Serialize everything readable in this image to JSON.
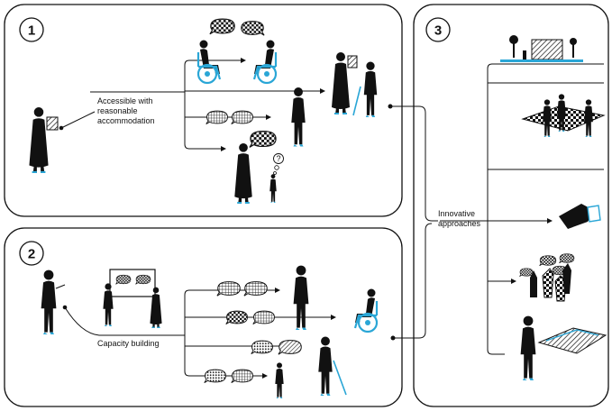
{
  "panels": [
    {
      "number": "1",
      "caption": "Accessible with reasonable accommodation"
    },
    {
      "number": "2",
      "caption": "Capacity building"
    },
    {
      "number": "3",
      "caption": "Innovative approaches"
    }
  ],
  "labels": {
    "panel1_caption_lines": [
      "Accessible with",
      "reasonable",
      "accommodation"
    ],
    "panel2_caption": "Capacity building",
    "panel3_caption_lines": [
      "Innovative",
      "approaches"
    ],
    "question_mark": "?"
  },
  "colors": {
    "line": "#111111",
    "wheelchair": "#2aa6d6",
    "background": "#ffffff"
  },
  "icons": [
    "speech-bubble-icon",
    "wheelchair-user-icon",
    "person-icon",
    "tactile-map-icon",
    "sign-language-icon",
    "child-icon",
    "cane-user-icon"
  ]
}
